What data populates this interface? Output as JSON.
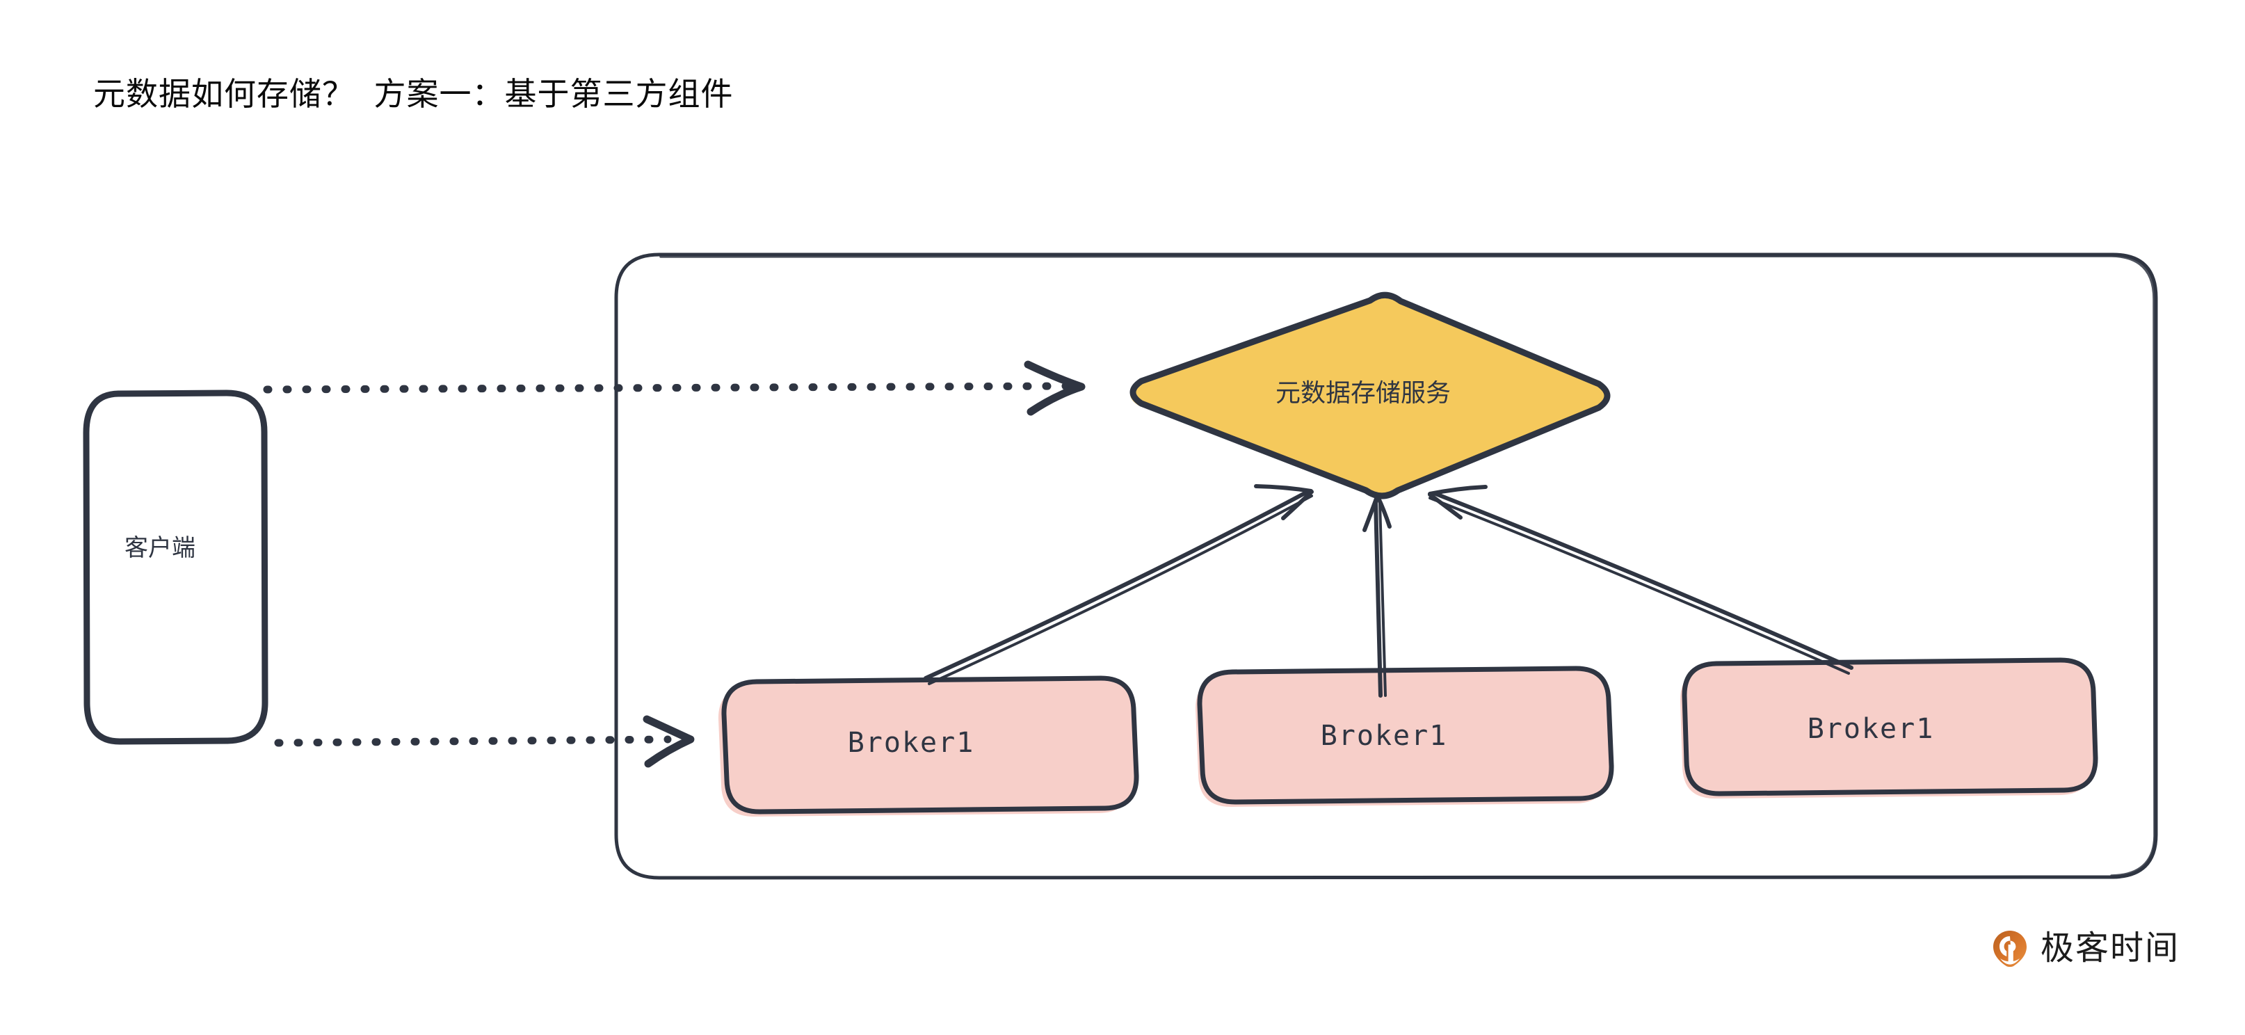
{
  "page": {
    "title_text": "元数据如何存储？  方案一：基于第三方组件",
    "background": "#ffffff"
  },
  "colors": {
    "stroke": "#2f3542",
    "amber_fill": "#f5c95c",
    "pink_fill": "#f7cfc9",
    "title_text": "#0a0a0a",
    "brand_orange": "#d9762b"
  },
  "diagram": {
    "client": {
      "label": "客户端",
      "shape": "rounded-rectangle"
    },
    "cluster_container": {
      "shape": "rounded-rectangle",
      "label": ""
    },
    "metadata_service": {
      "label": "元数据存储服务",
      "shape": "diamond",
      "fill": "#f5c95c"
    },
    "brokers": [
      {
        "label": "Broker1",
        "fill": "#f7cfc9"
      },
      {
        "label": "Broker1",
        "fill": "#f7cfc9"
      },
      {
        "label": "Broker1",
        "fill": "#f7cfc9"
      }
    ],
    "connections": [
      {
        "from": "client",
        "to": "metadata-service",
        "style": "dashed",
        "arrow": "end"
      },
      {
        "from": "client",
        "to": "broker-1",
        "style": "dashed",
        "arrow": "end"
      },
      {
        "from": "broker-1",
        "to": "metadata-service",
        "style": "solid",
        "arrow": "end"
      },
      {
        "from": "broker-2",
        "to": "metadata-service",
        "style": "solid",
        "arrow": "end"
      },
      {
        "from": "broker-3",
        "to": "metadata-service",
        "style": "solid",
        "arrow": "end"
      }
    ]
  },
  "brand": {
    "name": "极客时间",
    "mark": "geektime-logo-icon"
  }
}
